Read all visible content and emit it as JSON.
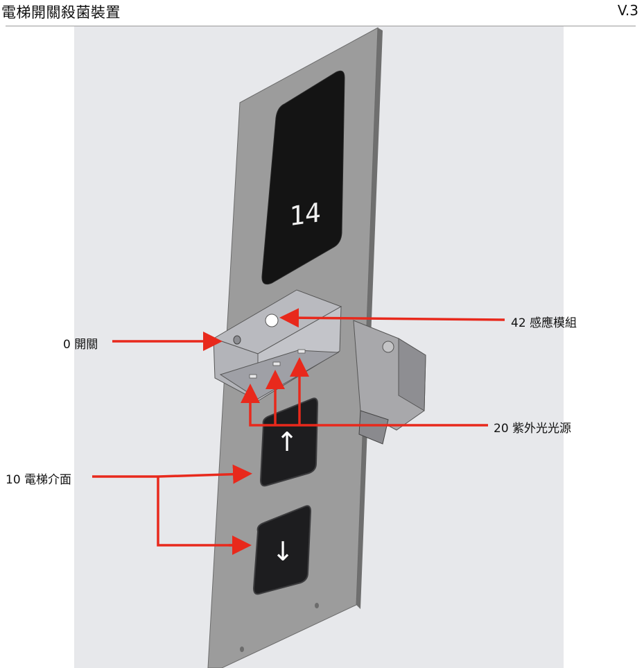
{
  "header": {
    "title": "電梯開關殺菌裝置",
    "version": "V.3"
  },
  "display": {
    "floor": "14"
  },
  "buttons": {
    "up_symbol": "↑",
    "down_symbol": "↓"
  },
  "callouts": {
    "switch": "0 開關",
    "interface": "10 電梯介面",
    "sensor": "42 感應模組",
    "uv_light": "20 紫外光光源"
  },
  "colors": {
    "arrow": "#e8291c",
    "background": "#e7e8eb",
    "panel": "#9b9b9b",
    "screen": "#141414"
  }
}
